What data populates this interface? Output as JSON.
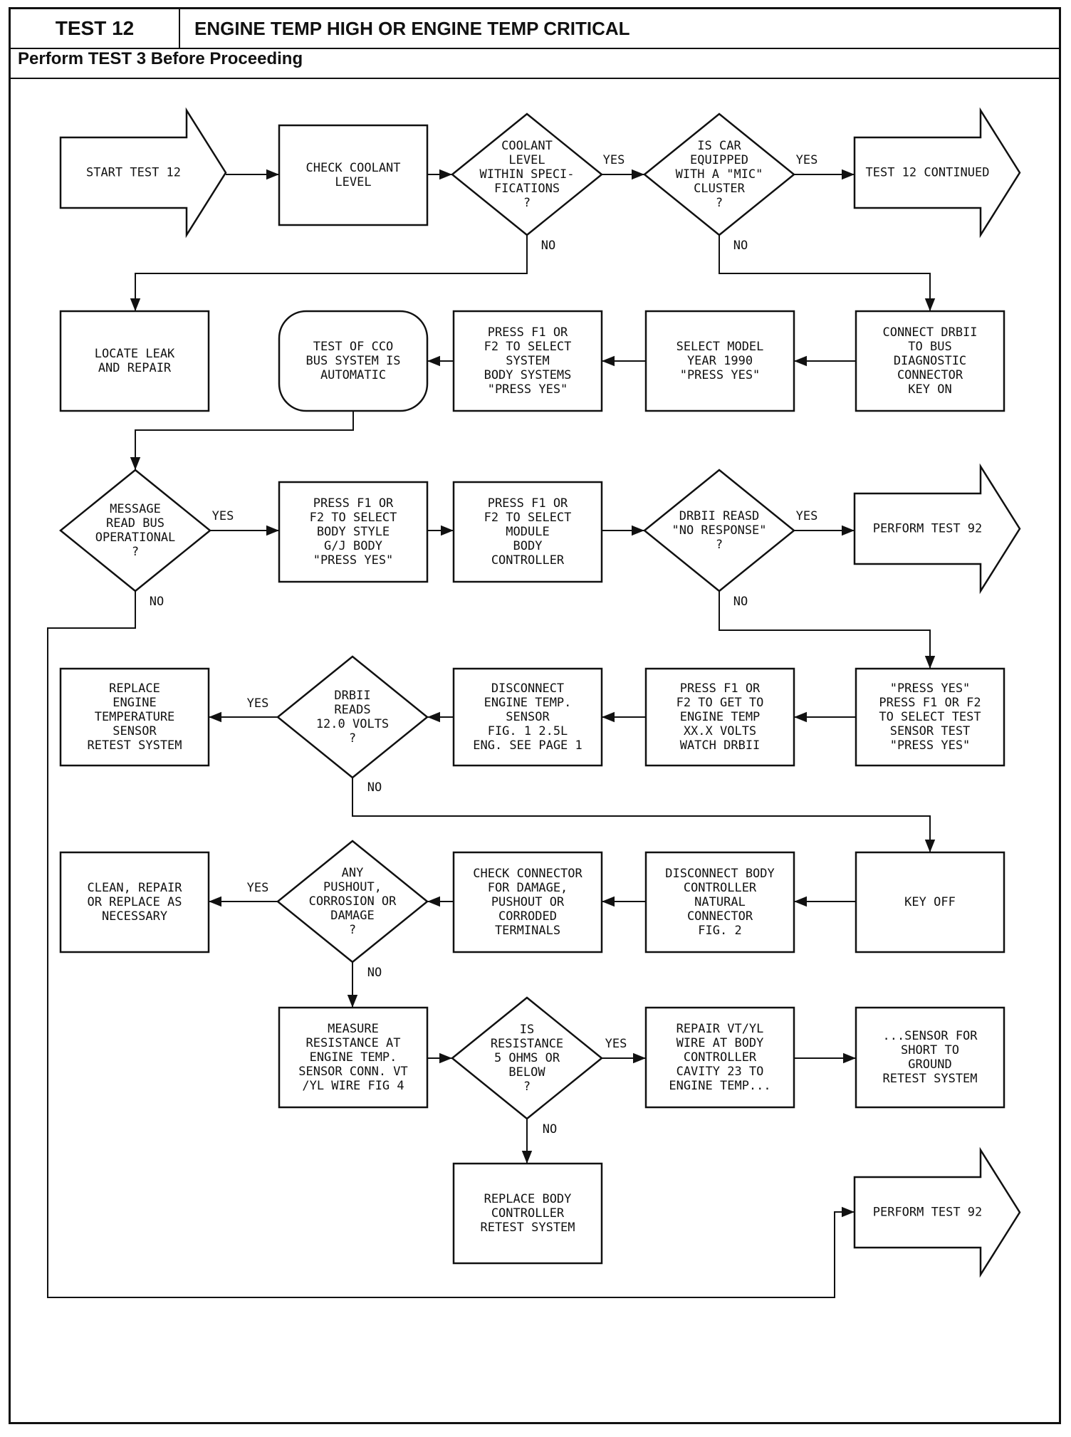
{
  "header": {
    "test_id": "TEST 12",
    "title": "ENGINE TEMP HIGH OR ENGINE TEMP CRITICAL",
    "prerequisite": "Perform TEST 3 Before Proceeding"
  },
  "flowchart": {
    "nodes": {
      "start": [
        "START TEST 12"
      ],
      "check_coolant": [
        "CHECK COOLANT",
        "LEVEL"
      ],
      "coolant_ok": [
        "COOLANT",
        "LEVEL",
        "WITHIN SPECI-",
        "FICATIONS",
        "?"
      ],
      "mic_cluster": [
        "IS CAR",
        "EQUIPPED",
        "WITH A \"MIC\"",
        "CLUSTER",
        "?"
      ],
      "test12_cont": [
        "TEST 12 CONTINUED"
      ],
      "locate_leak": [
        "LOCATE LEAK",
        "AND REPAIR"
      ],
      "cco_auto": [
        "TEST OF CCO",
        "BUS SYSTEM IS",
        "AUTOMATIC"
      ],
      "body_systems": [
        "PRESS F1 OR",
        "F2 TO SELECT",
        "SYSTEM",
        "BODY SYSTEMS",
        "\"PRESS YES\""
      ],
      "model_year": [
        "SELECT MODEL",
        "YEAR 1990",
        "\"PRESS YES\""
      ],
      "connect_drbii": [
        "CONNECT DRBII",
        "TO BUS",
        "DIAGNOSTIC",
        "CONNECTOR",
        "KEY ON"
      ],
      "bus_operational": [
        "MESSAGE",
        "READ BUS",
        "OPERATIONAL",
        "?"
      ],
      "body_style": [
        "PRESS F1 OR",
        "F2 TO SELECT",
        "BODY STYLE",
        "G/J BODY",
        "\"PRESS YES\""
      ],
      "module_select": [
        "PRESS F1 OR",
        "F2 TO SELECT",
        "MODULE",
        "BODY",
        "CONTROLLER"
      ],
      "no_response": [
        "DRBII REASD",
        "\"NO RESPONSE\"",
        "?"
      ],
      "perform92_a": [
        "PERFORM TEST 92"
      ],
      "replace_sensor": [
        "REPLACE",
        "ENGINE",
        "TEMPERATURE",
        "SENSOR",
        "RETEST SYSTEM"
      ],
      "reads_12v": [
        "DRBII",
        "READS",
        "12.0 VOLTS",
        "?"
      ],
      "disconnect_sensor": [
        "DISCONNECT",
        "ENGINE TEMP.",
        "SENSOR",
        "FIG. 1 2.5L",
        "ENG. SEE PAGE 1"
      ],
      "get_engine_temp": [
        "PRESS F1 OR",
        "F2 TO GET TO",
        "ENGINE TEMP",
        "XX.X VOLTS",
        "WATCH DRBII"
      ],
      "select_sensor_test": [
        "\"PRESS YES\"",
        "PRESS F1 OR F2",
        "TO SELECT TEST",
        "SENSOR TEST",
        "\"PRESS YES\""
      ],
      "clean_repair": [
        "CLEAN, REPAIR",
        "OR REPLACE AS",
        "NECESSARY"
      ],
      "pushout_damage": [
        "ANY",
        "PUSHOUT,",
        "CORROSION OR",
        "DAMAGE",
        "?"
      ],
      "check_connector": [
        "CHECK CONNECTOR",
        "FOR DAMAGE,",
        "PUSHOUT OR",
        "CORRODED",
        "TERMINALS"
      ],
      "disconnect_body": [
        "DISCONNECT BODY",
        "CONTROLLER",
        "NATURAL",
        "CONNECTOR",
        "FIG. 2"
      ],
      "key_off": [
        "KEY OFF"
      ],
      "measure_resistance": [
        "MEASURE",
        "RESISTANCE AT",
        "ENGINE TEMP.",
        "SENSOR CONN. VT",
        "/YL WIRE FIG 4"
      ],
      "resistance_low": [
        "IS",
        "RESISTANCE",
        "5 OHMS OR",
        "BELOW",
        "?"
      ],
      "repair_wire": [
        "REPAIR VT/YL",
        "WIRE AT BODY",
        "CONTROLLER",
        "CAVITY 23 TO",
        "ENGINE TEMP..."
      ],
      "sensor_short": [
        "...SENSOR FOR",
        "SHORT TO",
        "GROUND",
        "RETEST SYSTEM"
      ],
      "replace_body_ctrl": [
        "REPLACE BODY",
        "CONTROLLER",
        "RETEST SYSTEM"
      ],
      "perform92_b": [
        "PERFORM TEST 92"
      ]
    },
    "labels": {
      "yes": "YES",
      "no": "NO"
    }
  }
}
